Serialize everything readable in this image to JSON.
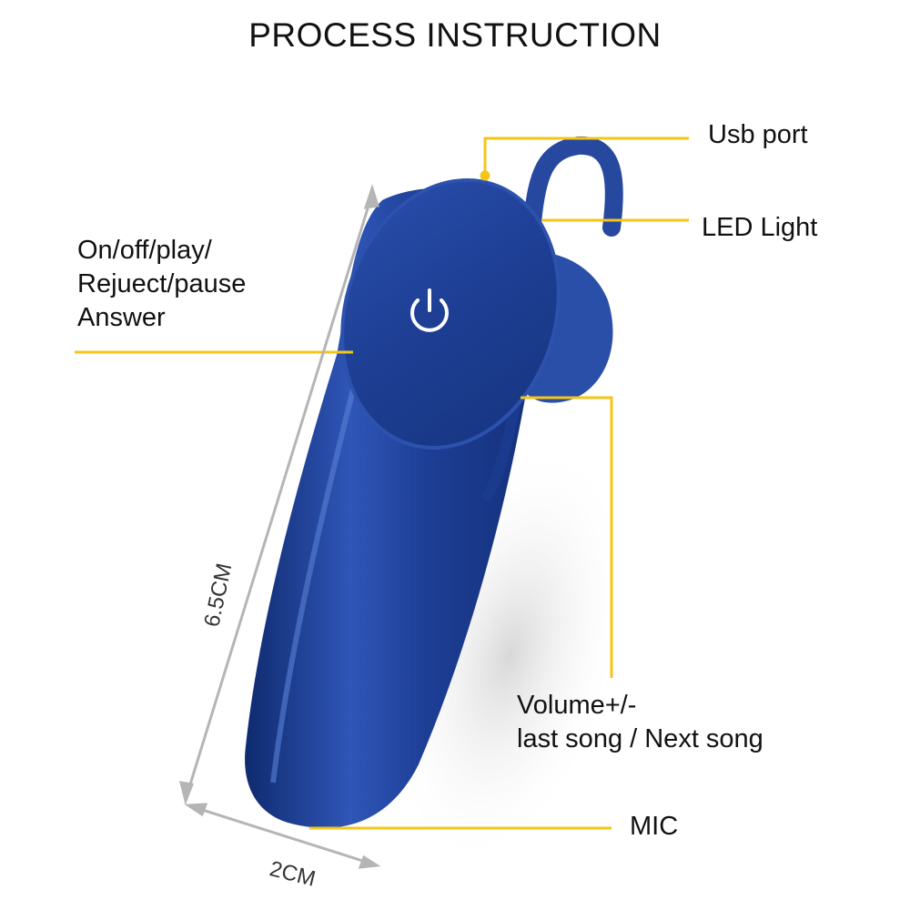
{
  "title": "PROCESS INSTRUCTION",
  "labels": {
    "usb_port": "Usb port",
    "led_light": "LED Light",
    "onoff_line1": "On/off/play/",
    "onoff_line2": "Rejuect/pause",
    "onoff_line3": "Answer",
    "volume_line1": "Volume+/-",
    "volume_line2": "last song / Next song",
    "mic": "MIC"
  },
  "dimensions": {
    "height": "6.5CM",
    "width": "2CM"
  },
  "colors": {
    "background": "#ffffff",
    "callout_line": "#f5c518",
    "device_body": "#1e3f8f",
    "dimension_line": "#b5b5b5",
    "text": "#111111"
  },
  "icons": {
    "power": "power-icon"
  }
}
